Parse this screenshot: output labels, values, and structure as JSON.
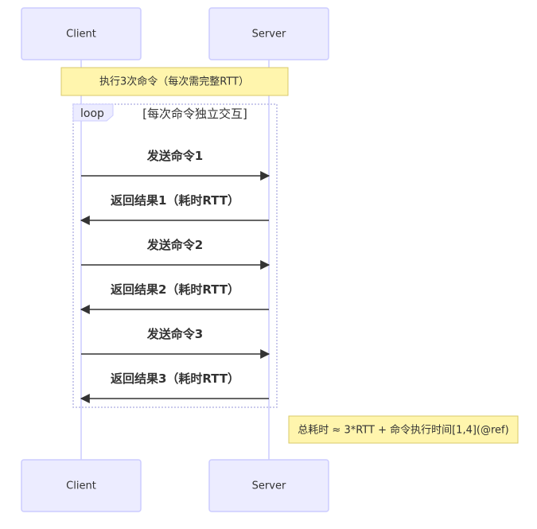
{
  "actors": [
    {
      "id": "client",
      "label": "Client"
    },
    {
      "id": "server",
      "label": "Server"
    }
  ],
  "note_top": "执行3次命令（每次需完整RTT）",
  "loop": {
    "label": "loop",
    "condition": "[每次命令独立交互]"
  },
  "messages": [
    {
      "label": "发送命令1",
      "direction": "client-to-server"
    },
    {
      "label": "返回结果1（耗时RTT）",
      "direction": "server-to-client"
    },
    {
      "label": "发送命令2",
      "direction": "client-to-server"
    },
    {
      "label": "返回结果2（耗时RTT）",
      "direction": "server-to-client"
    },
    {
      "label": "发送命令3",
      "direction": "client-to-server"
    },
    {
      "label": "返回结果3（耗时RTT）",
      "direction": "server-to-client"
    }
  ],
  "note_bottom": "总耗时 ≈ 3*RTT + 命令执行时间[1,4](@ref)",
  "colors": {
    "actor_fill": "#ECECFF",
    "actor_stroke": "#CCCCFF",
    "note_fill": "#FFF5AD",
    "arrow": "#333333"
  }
}
